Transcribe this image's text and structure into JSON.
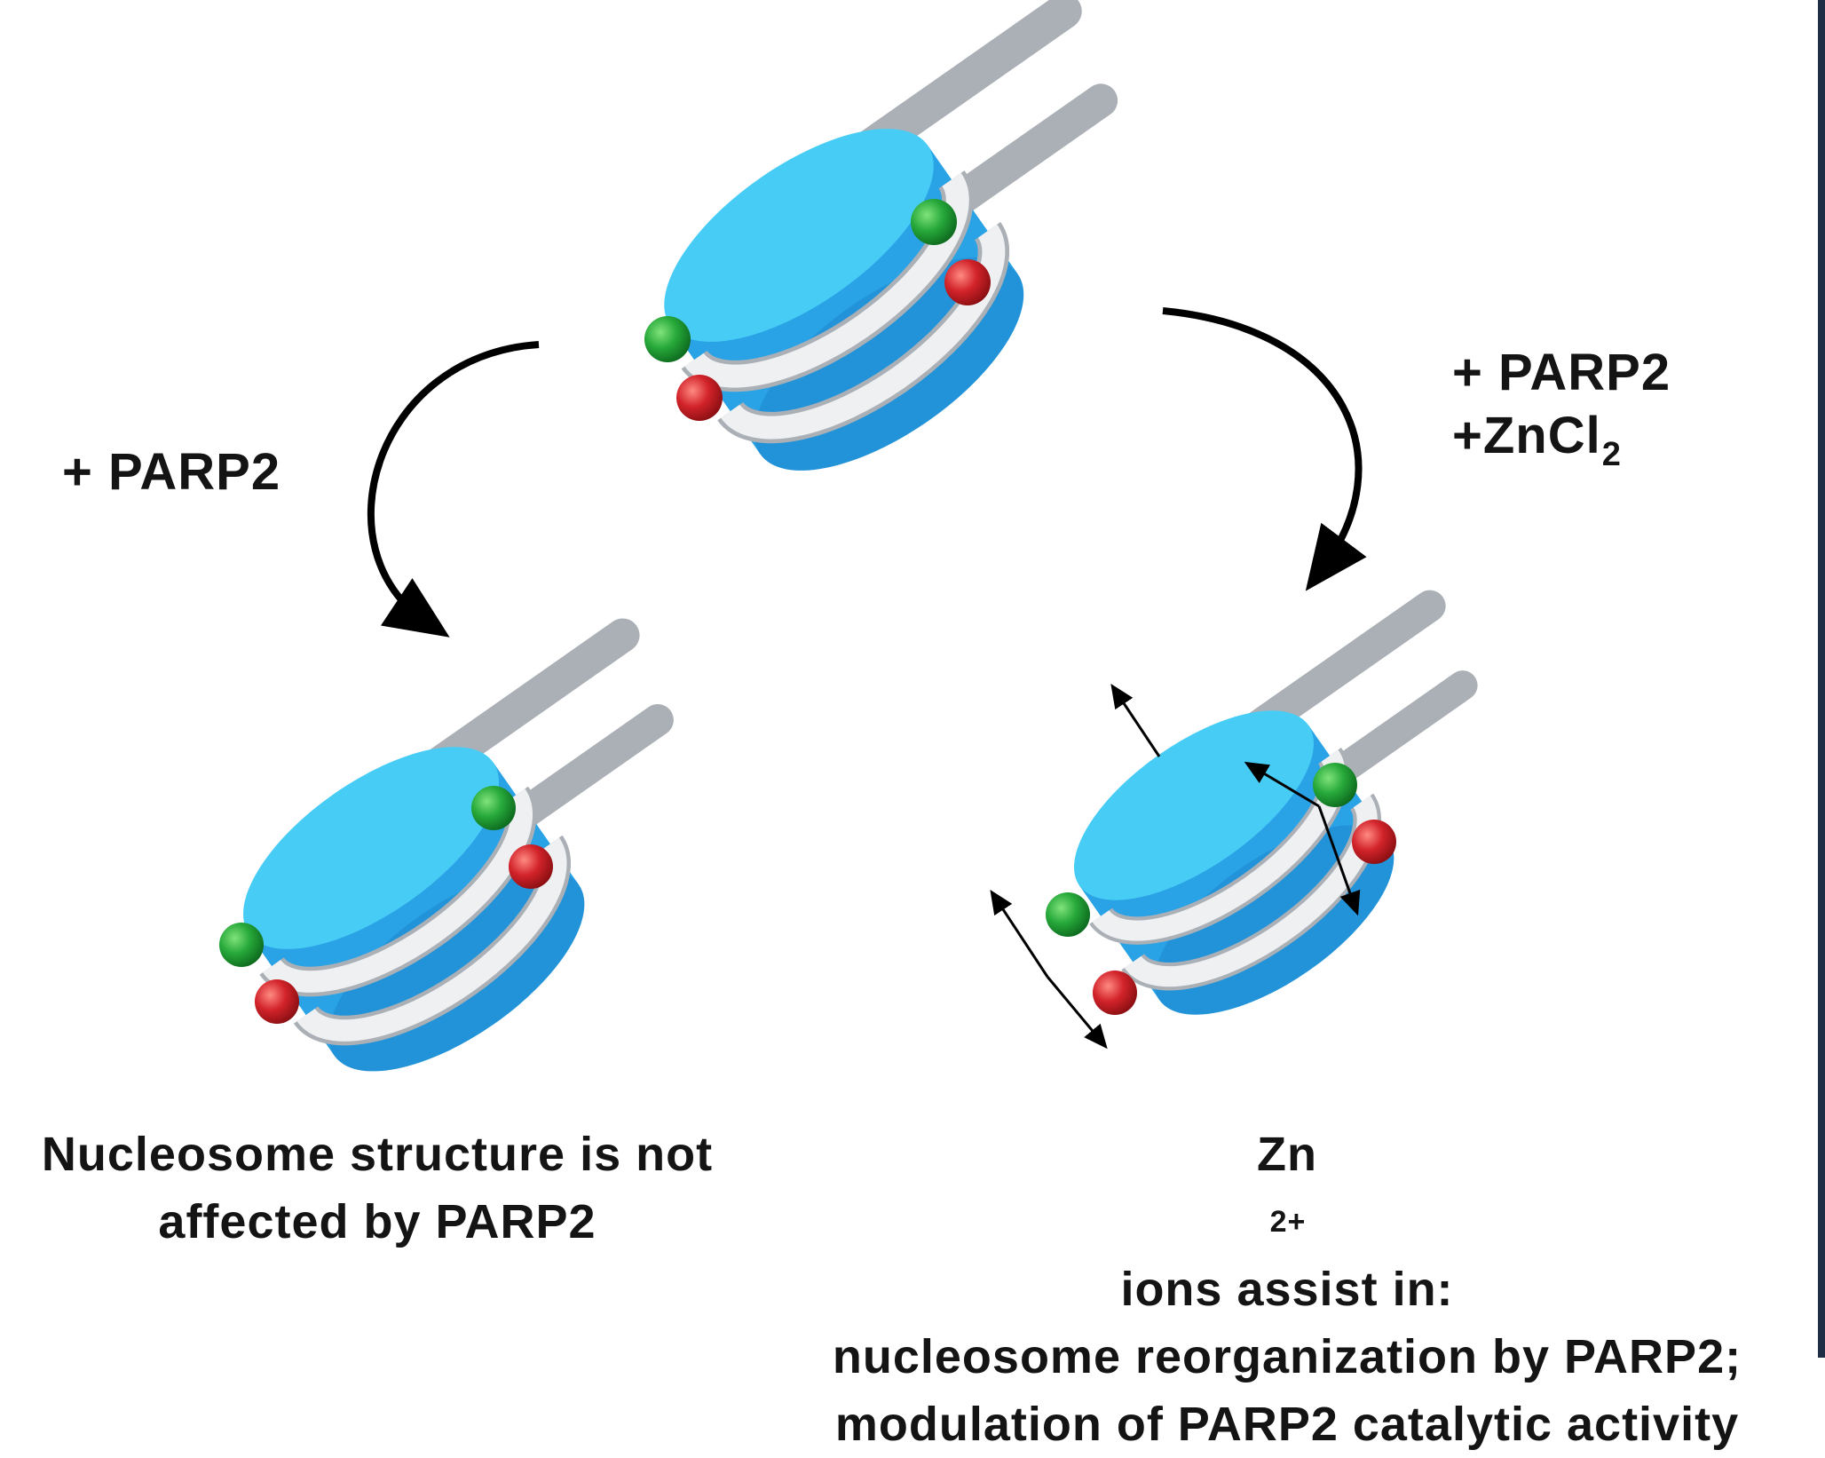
{
  "colors": {
    "histone_top": "#47cdf5",
    "histone_side": "#2aa2e6",
    "dna": "#d9dde1",
    "marker_green": "#27a83a",
    "marker_red": "#d2232a",
    "arrow": "#000000",
    "border": "#1f2e45"
  },
  "icons": {
    "nucleosome": "nucleosome-icon",
    "donor_marker": "green-marker-icon",
    "acceptor_marker": "red-marker-icon",
    "transition_arrow": "curved-arrow-icon",
    "distance_arrow": "double-arrow-icon"
  },
  "labels": {
    "left_treatment": "+ PARP2",
    "right_treatment_line1": "+ PARP2",
    "right_treatment_line2_prefix": "+ZnCl",
    "right_treatment_line2_subscript": "2"
  },
  "captions": {
    "left": {
      "line1": "Nucleosome structure is not",
      "line2": "affected by PARP2"
    },
    "right": {
      "line1_prefix": "Zn",
      "line1_superscript": "2+",
      "line1_suffix": " ions assist in:",
      "line2": "nucleosome reorganization  by  PARP2;",
      "line3": "modulation of PARP2 catalytic activity"
    }
  }
}
